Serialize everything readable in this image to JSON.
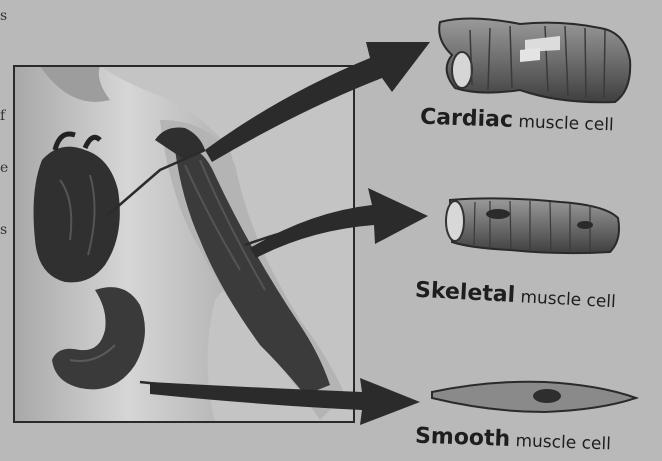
{
  "labels": {
    "cardiac": {
      "bold": "Cardiac",
      "rest": " muscle cell"
    },
    "skeletal": {
      "bold": "Skeletal",
      "rest": " muscle cell"
    },
    "smooth": {
      "bold": "Smooth",
      "rest": " muscle cell"
    }
  },
  "margin_letters": [
    "s",
    "f",
    "e",
    "s"
  ],
  "colors": {
    "background": "#b9b9b9",
    "frame": "#2a2a2a",
    "arrow": "#2b2b2b",
    "organ": "#3a3a3a",
    "body": "#cfcfcf"
  }
}
